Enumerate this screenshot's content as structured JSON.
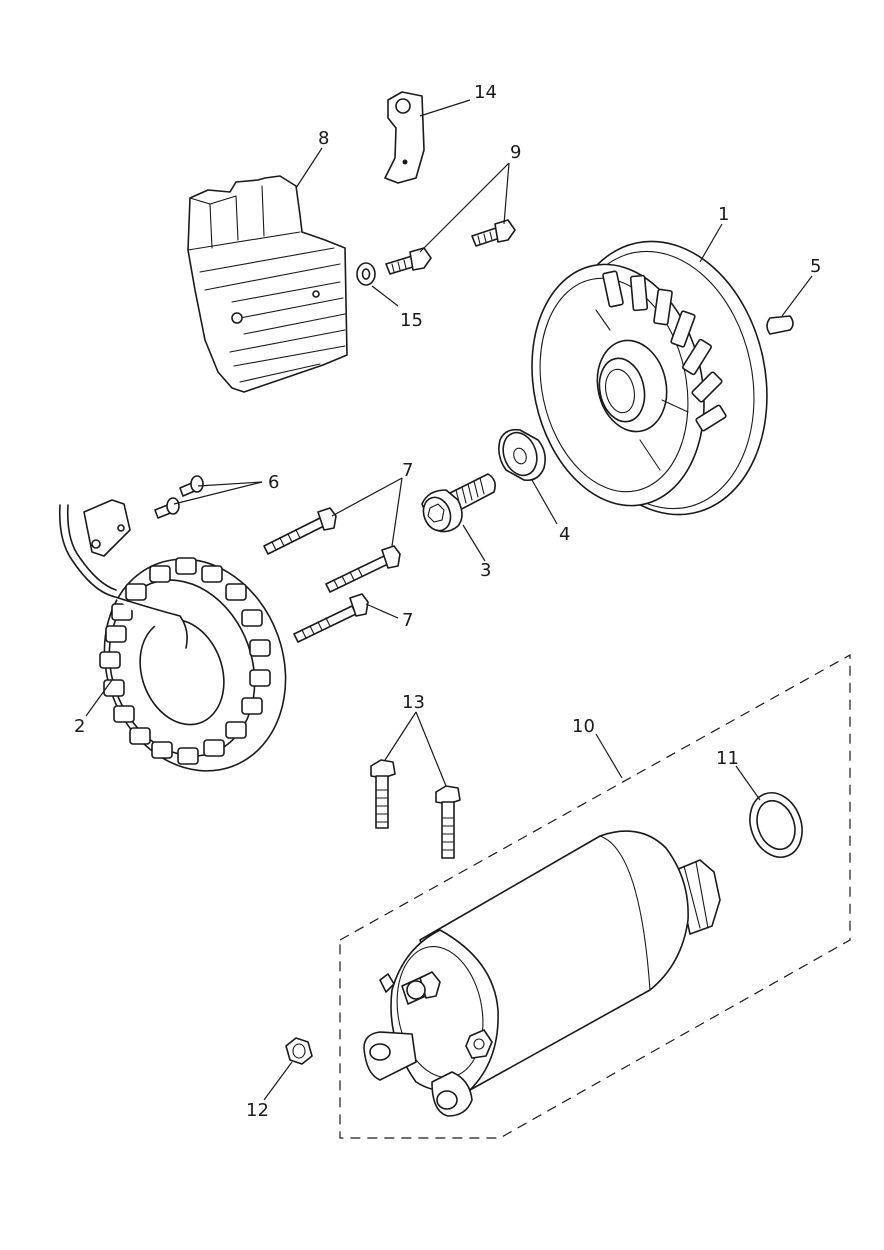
{
  "callouts": {
    "c1": "1",
    "c2": "2",
    "c3": "3",
    "c4": "4",
    "c5": "5",
    "c6": "6",
    "c7a": "7",
    "c7b": "7",
    "c8": "8",
    "c9": "9",
    "c10": "10",
    "c11": "11",
    "c12": "12",
    "c13": "13",
    "c14": "14",
    "c15": "15"
  },
  "colors": {
    "line": "#1a1a1a",
    "background": "#ffffff"
  }
}
